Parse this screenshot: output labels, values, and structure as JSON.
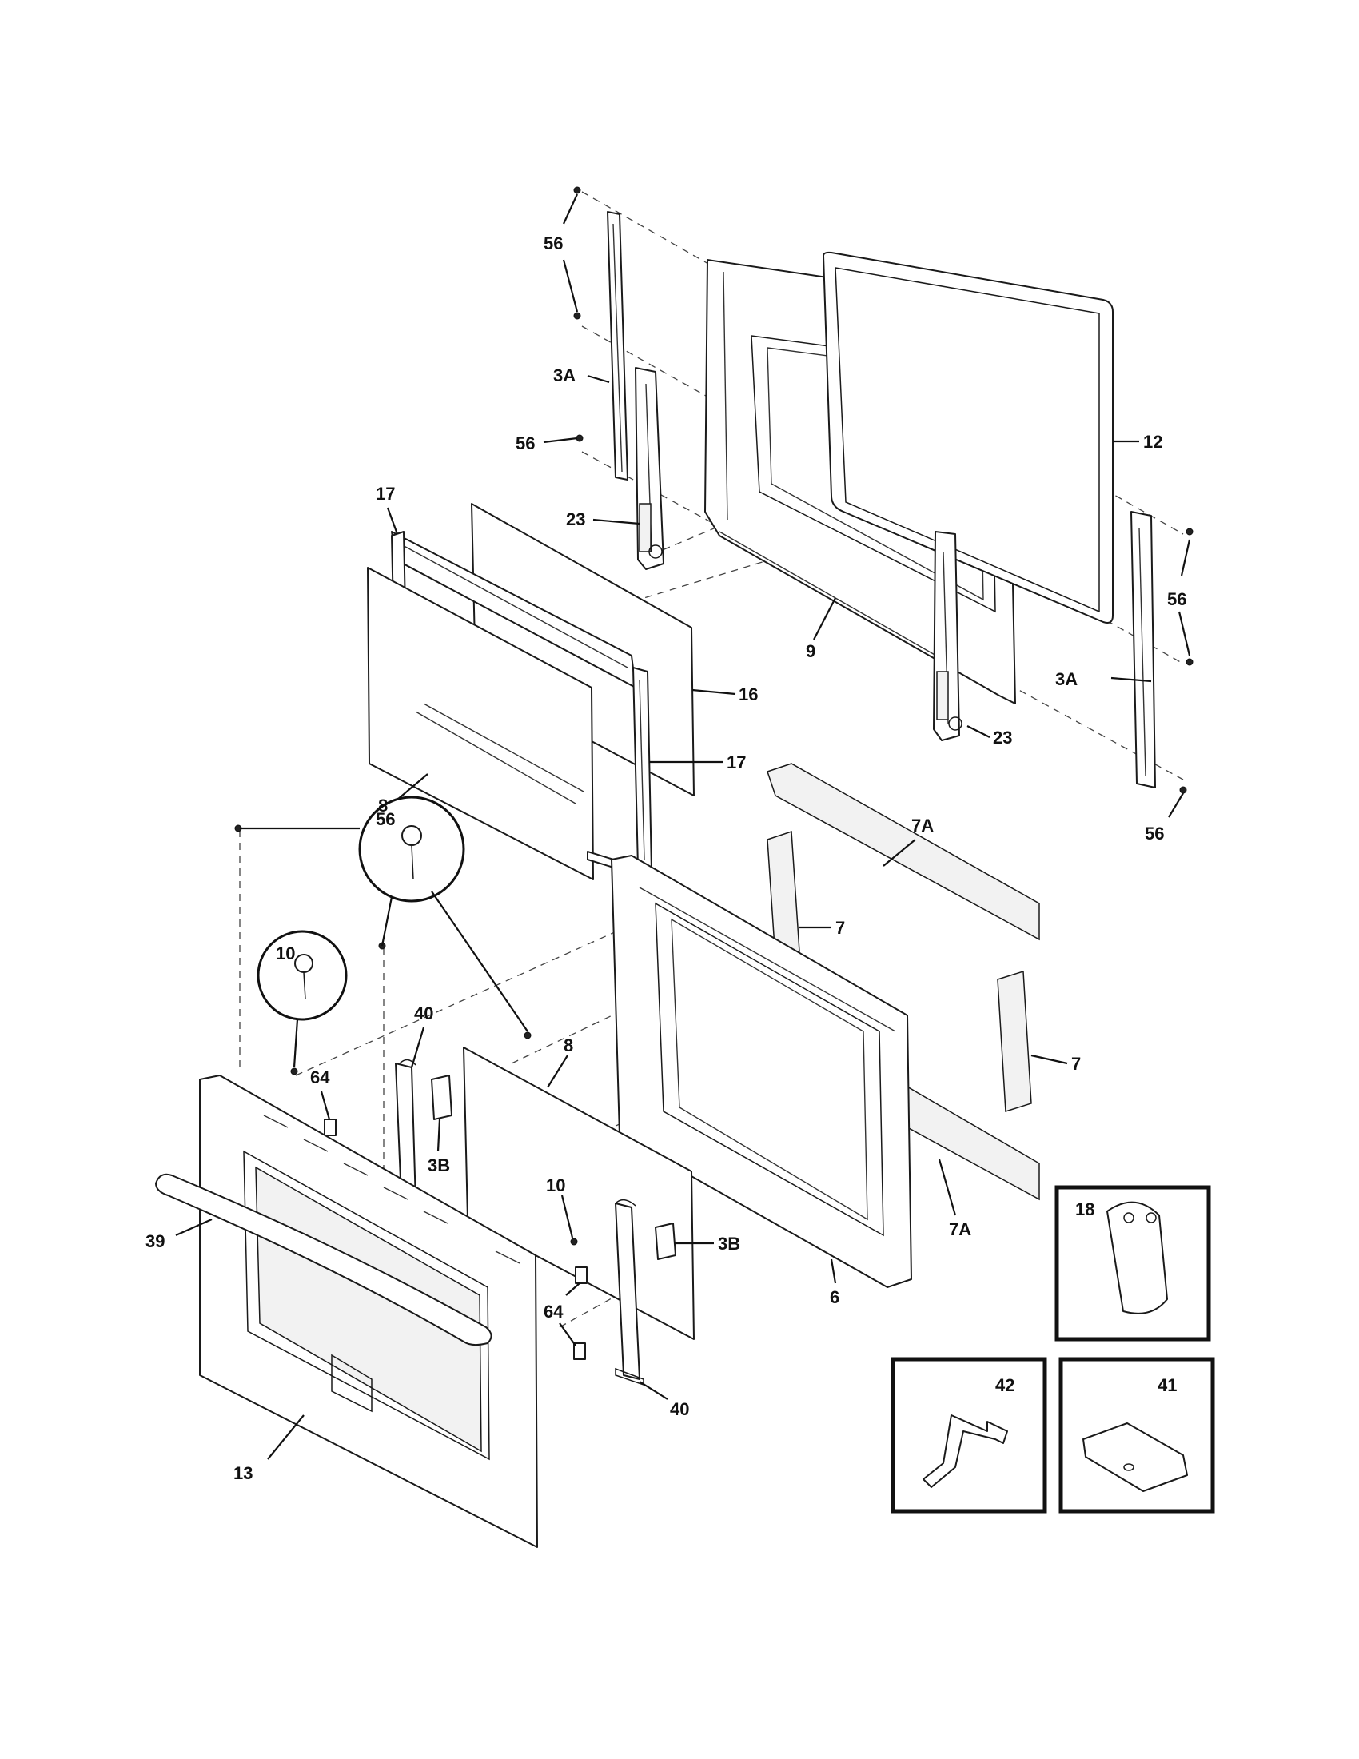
{
  "labels": {
    "p56": "56",
    "p3A": "3A",
    "p12": "12",
    "p23": "23",
    "p17": "17",
    "p9": "9",
    "p16": "16",
    "p8": "8",
    "p7A": "7A",
    "p7": "7",
    "p10": "10",
    "p40": "40",
    "p64": "64",
    "p3B": "3B",
    "p39": "39",
    "p6": "6",
    "p18": "18",
    "p42": "42",
    "p41": "41",
    "p13": "13"
  }
}
